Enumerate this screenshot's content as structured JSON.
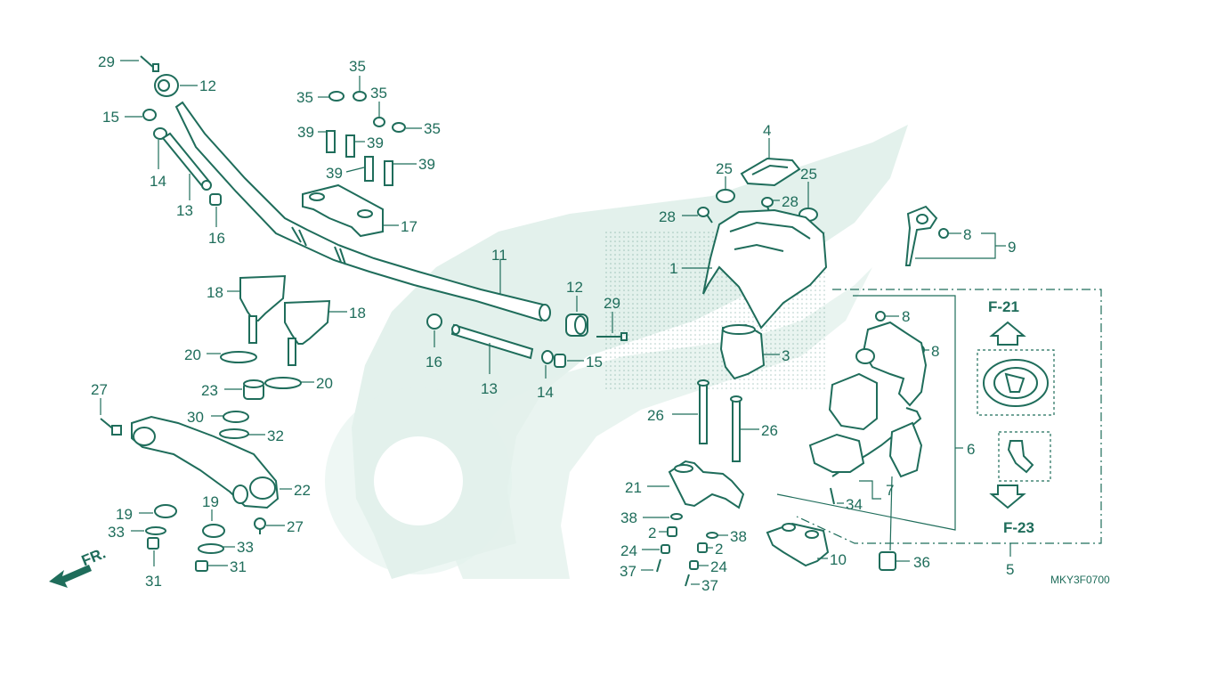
{
  "diagram": {
    "code": "MKY3F0700",
    "direction_label": "FR.",
    "refs": {
      "f21": "F-21",
      "f23": "F-23"
    },
    "callouts": {
      "c1": "1",
      "c2a": "2",
      "c2b": "2",
      "c3": "3",
      "c4": "4",
      "c5": "5",
      "c6": "6",
      "c7": "7",
      "c8a": "8",
      "c8b": "8",
      "c8c": "8",
      "c9": "9",
      "c10": "10",
      "c11": "11",
      "c12a": "12",
      "c12b": "12",
      "c13a": "13",
      "c13b": "13",
      "c14a": "14",
      "c14b": "14",
      "c15a": "15",
      "c15b": "15",
      "c16a": "16",
      "c16b": "16",
      "c17": "17",
      "c18a": "18",
      "c18b": "18",
      "c19a": "19",
      "c19b": "19",
      "c20a": "20",
      "c20b": "20",
      "c21": "21",
      "c22": "22",
      "c23": "23",
      "c24a": "24",
      "c24b": "24",
      "c25a": "25",
      "c25b": "25",
      "c26a": "26",
      "c26b": "26",
      "c27a": "27",
      "c27b": "27",
      "c28a": "28",
      "c28b": "28",
      "c29a": "29",
      "c29b": "29",
      "c30": "30",
      "c31a": "31",
      "c31b": "31",
      "c32": "32",
      "c33a": "33",
      "c33b": "33",
      "c34": "34",
      "c35a": "35",
      "c35b": "35",
      "c35c": "35",
      "c35d": "35",
      "c36": "36",
      "c37a": "37",
      "c37b": "37",
      "c38a": "38",
      "c38b": "38",
      "c39a": "39",
      "c39b": "39",
      "c39c": "39",
      "c39d": "39"
    }
  },
  "colors": {
    "line": "#1f6d5b",
    "watermark": "#e3f1ec",
    "background": "#ffffff"
  }
}
